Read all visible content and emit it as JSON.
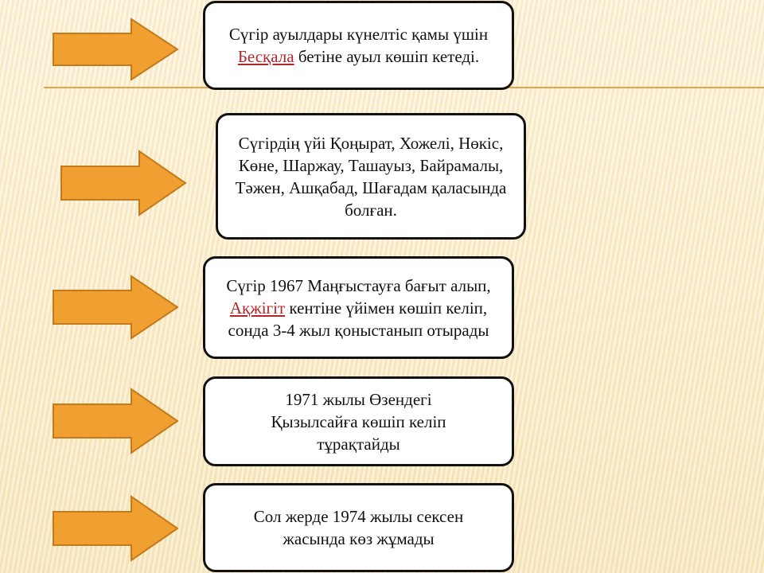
{
  "colors": {
    "arrow": "#f0a030",
    "arrow_border": "#c47a1a",
    "link": "#b2262a",
    "rule": "#e8a447"
  },
  "boxes": [
    {
      "before": "Сүгір ауылдары күнелтіс қамы үшін ",
      "link": "Бесқала",
      "after": " бетіне ауыл көшіп кетеді."
    },
    {
      "before": "Сүгірдің үйі Қоңырат, Хожелі, Нөкіс, Көне, Шаржау, Ташауыз, Байрамалы, Тәжен, Ашқабад, Шағадам қаласында болған.",
      "link": null,
      "after": ""
    },
    {
      "before": "Сүгір 1967 Маңғыстауға бағыт алып, ",
      "link": "Ақжігіт",
      "after": " кентіне үйімен көшіп келіп, сонда 3-4 жыл қоныстанып отырады"
    },
    {
      "before": "1971 жылы Өзендегі Қызылсайға көшіп келіп тұрақтайды",
      "link": null,
      "after": ""
    },
    {
      "before": "Сол жерде 1974 жылы сексен жасында көз жұмады",
      "link": null,
      "after": ""
    }
  ]
}
